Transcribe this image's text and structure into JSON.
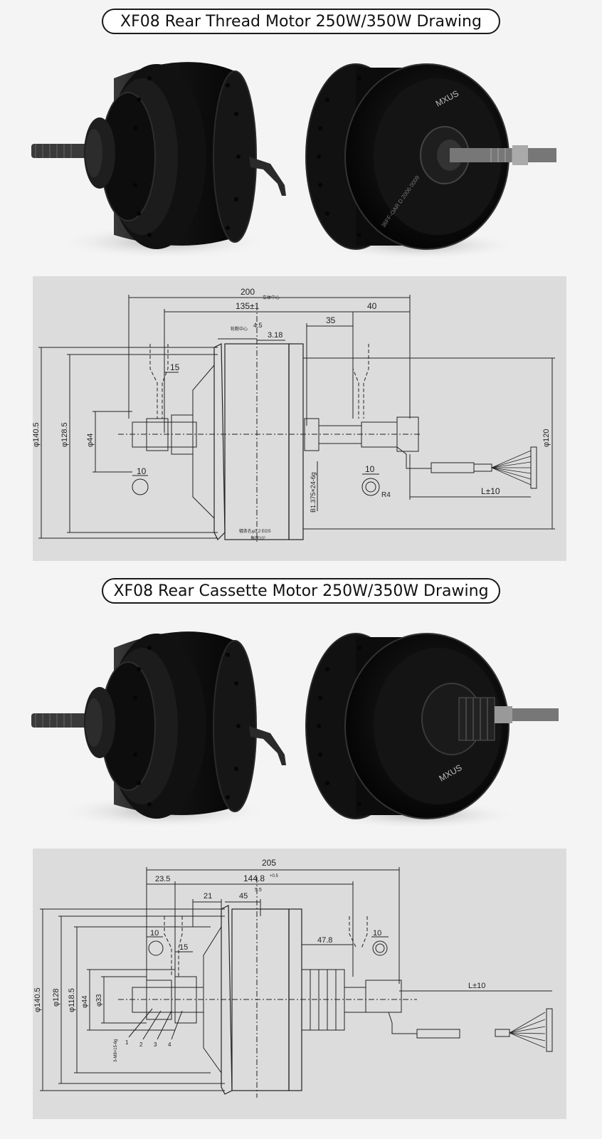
{
  "section1": {
    "title": "XF08 Rear Thread Motor 250W/350W Drawing",
    "brand_logo": "MXUS",
    "rim_text": "36FF-OAR D 2006 0009",
    "dims": {
      "d200": "200",
      "d135": "135±1",
      "d40": "40",
      "d35": "35",
      "d45": "4.5",
      "d318": "3.18",
      "d15": "15",
      "d1405": "φ140.5",
      "d1285": "φ128.5",
      "d44": "φ44",
      "d120": "φ120",
      "d10a": "10",
      "d10b": "10",
      "r4": "R4",
      "thread": "B1.375×24-6g",
      "cable": "L±10",
      "center_note": "车体中心",
      "hub_note": "轮毂中心",
      "bottom_note1": "辐条孔φ3.2 EGS",
      "bottom_note2": "角度10°"
    }
  },
  "section2": {
    "title": "XF08 Rear Cassette Motor 250W/350W Drawing",
    "brand_logo": "MXUS",
    "dims": {
      "d205": "205",
      "d235": "23.5",
      "d1448": "144.8",
      "d1448_tol": "+0.5",
      "d21": "21",
      "d45": "45",
      "d55": "5.5",
      "d10a": "10",
      "d10b": "10",
      "d15": "15",
      "d478": "47.8",
      "d1405": "φ140.5",
      "d128": "φ128",
      "d1185": "φ118.5",
      "d44": "φ44",
      "d33": "φ33",
      "cable": "L±10",
      "thread": "3-M8×15-6g",
      "callouts": [
        "1",
        "2",
        "3",
        "4"
      ]
    }
  }
}
